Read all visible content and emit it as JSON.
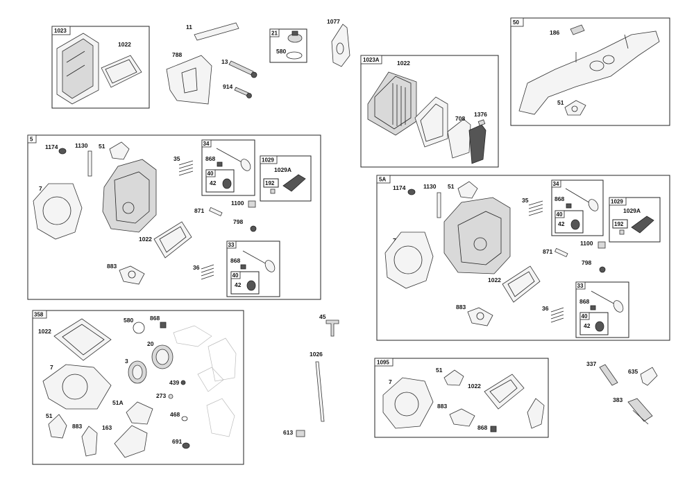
{
  "boxes": {
    "b1023": "1023",
    "b1023a": "1023A",
    "b50": "50",
    "b5": "5",
    "b5a": "5A",
    "b358": "358",
    "b1095": "1095",
    "b21": "21",
    "b34": "34",
    "b40": "40",
    "b1029": "1029",
    "b192": "192",
    "b33": "33"
  },
  "labels": {
    "l11": "11",
    "l788": "788",
    "l13": "13",
    "l914": "914",
    "l580": "580",
    "l1077": "1077",
    "l1022": "1022",
    "l708": "708",
    "l1376": "1376",
    "l186": "186",
    "l51": "51",
    "l1174": "1174",
    "l1130": "1130",
    "l7": "7",
    "l35": "35",
    "l868": "868",
    "l42": "42",
    "l1029a": "1029A",
    "l871": "871",
    "l1100": "1100",
    "l798": "798",
    "l883": "883",
    "l36": "36",
    "l20": "20",
    "l3": "3",
    "l439": "439",
    "l273": "273",
    "l51a": "51A",
    "l468": "468",
    "l163": "163",
    "l691": "691",
    "l45": "45",
    "l1026": "1026",
    "l613": "613",
    "l337": "337",
    "l635": "635",
    "l383": "383"
  }
}
